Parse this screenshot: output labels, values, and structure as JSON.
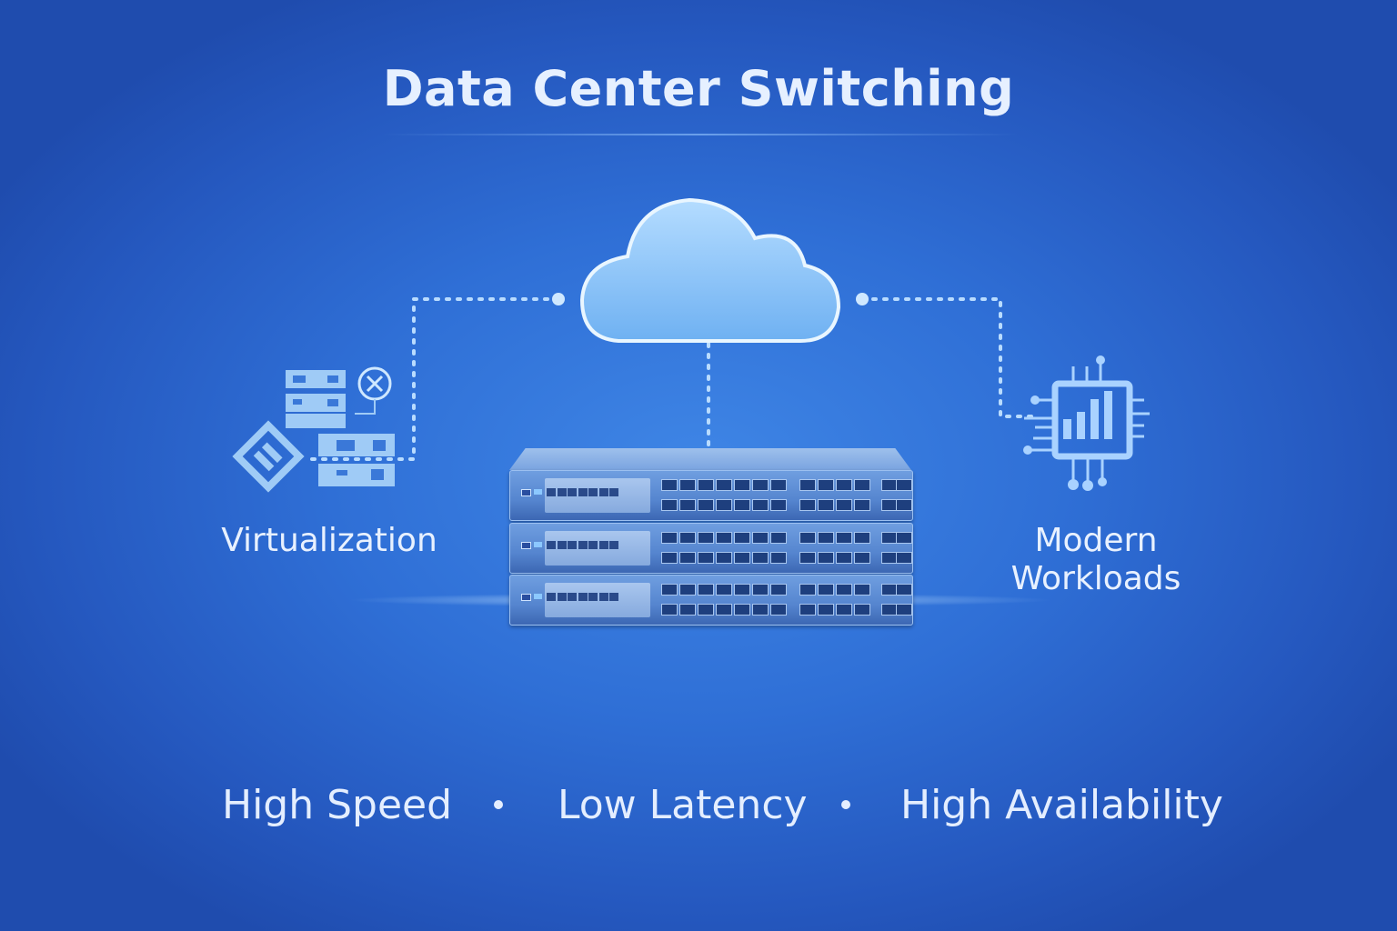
{
  "title": "Data Center Switching",
  "left_label": "Virtualization",
  "right_label": [
    "Modern",
    "Workloads"
  ],
  "features": [
    "High Speed",
    "Low Latency",
    "High Availability"
  ],
  "colors": {
    "background": "#2f6fd6",
    "icon": "#a9d2ff",
    "text": "#e8f1ff"
  },
  "icons": [
    "cloud-icon",
    "server-stack-icon",
    "chip-chart-icon",
    "network-switch-icon"
  ]
}
